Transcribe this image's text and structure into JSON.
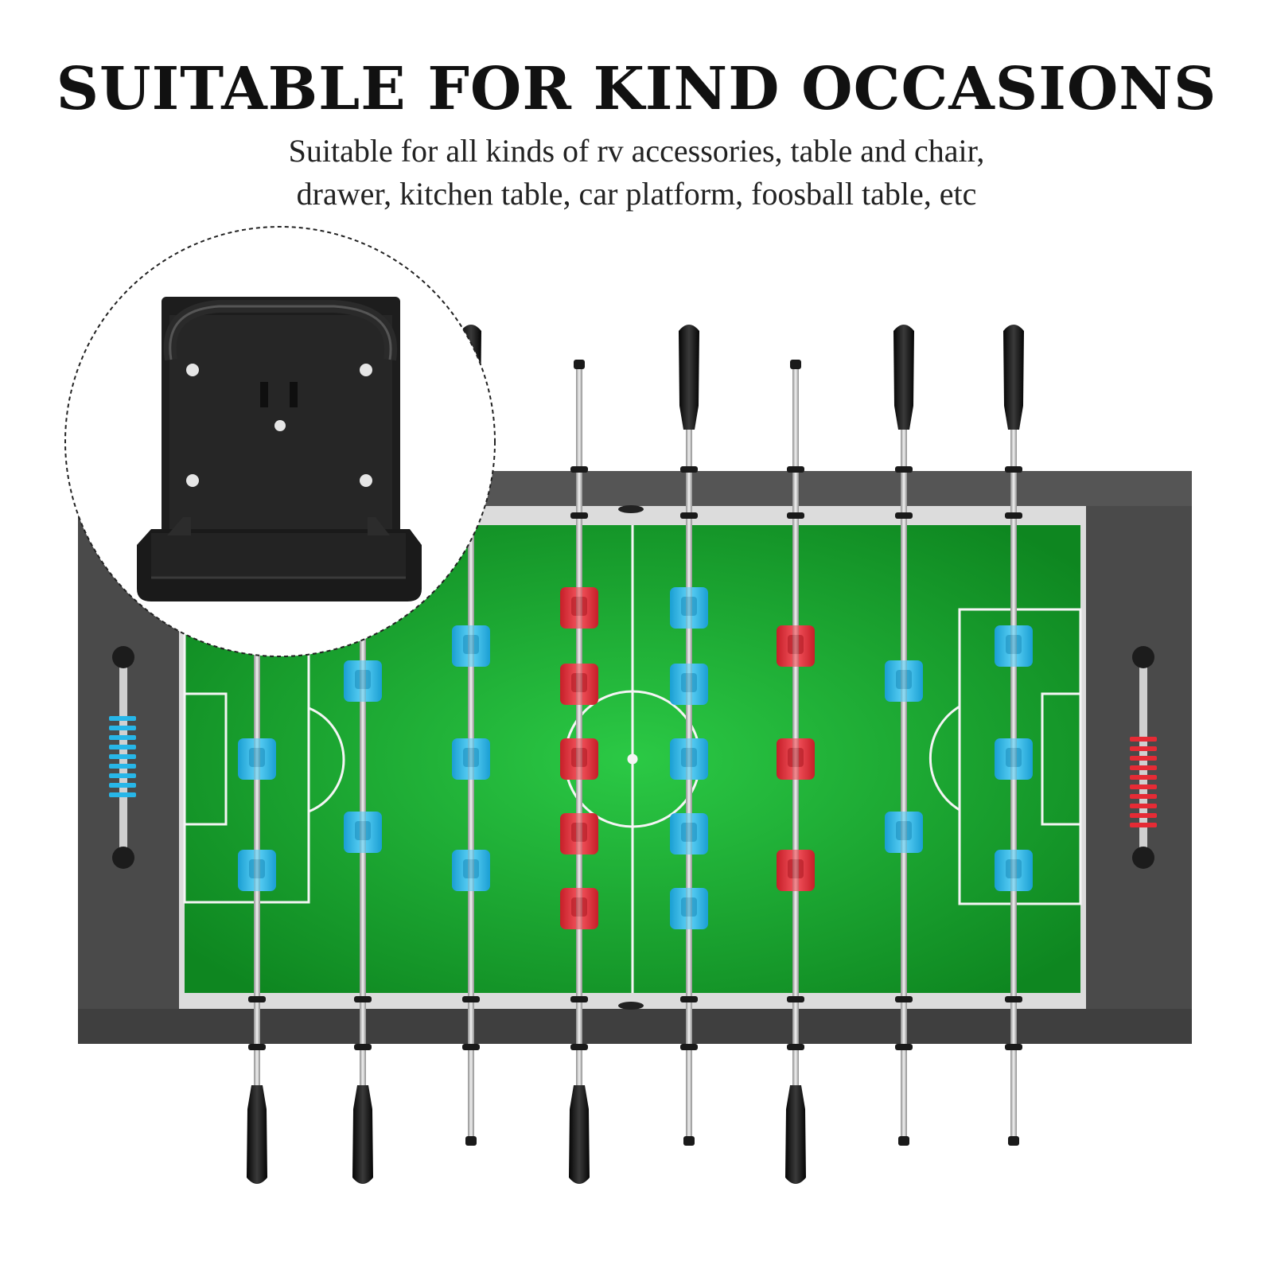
{
  "headline": "SUITABLE FOR KIND OCCASIONS",
  "subtitle_line1": "Suitable for all kinds of rv accessories, table and chair,",
  "subtitle_line2": "drawer, kitchen table, car platform, foosball table, etc",
  "colors": {
    "frame": "#4a4a4a",
    "field_center": "#22b83a",
    "field_edge": "#0f8a22",
    "team_blue": "#27b6e8",
    "team_red": "#e62b35",
    "handle": "#1c1c1c",
    "rod": "#c8c8c8",
    "inset_border": "#222222",
    "holder": "#1d1d1d"
  },
  "icons": {
    "product": "cup-holder-icon",
    "scoreboard_left": "blue-score-counter-icon",
    "scoreboard_right": "red-score-counter-icon"
  }
}
